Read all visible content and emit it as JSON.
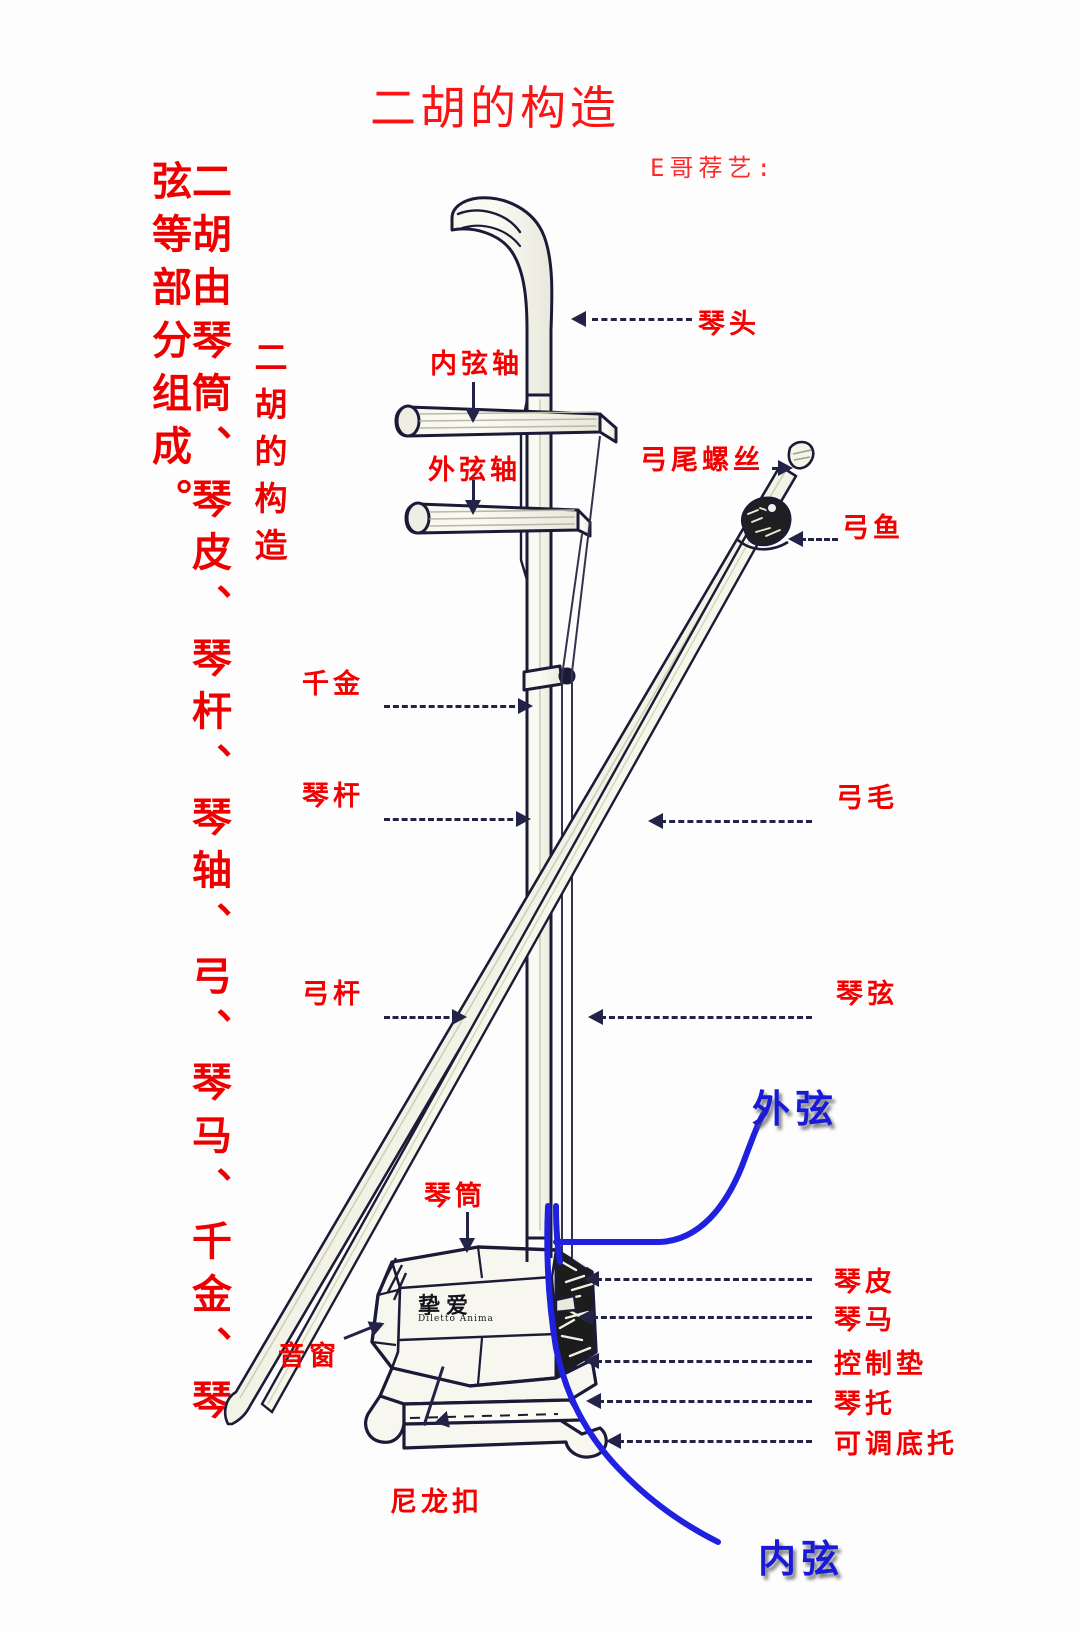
{
  "header": {
    "title": "二胡的构造",
    "subtitle": "E哥荐艺:"
  },
  "vertical_text": {
    "main": "二胡由琴筒、琴皮、琴杆、琴轴、弓、琴马、千金、琴弦等部分组成。",
    "sub": "二胡的构造"
  },
  "brand": {
    "name": "挚爱",
    "latin": "Diletto Anima"
  },
  "labels": {
    "qin_tou": "琴头",
    "nei_xian_zhou": "内弦轴",
    "wai_xian_zhou": "外弦轴",
    "gong_wei_luo_si": "弓尾螺丝",
    "gong_yu": "弓鱼",
    "qian_jin": "千金",
    "qin_gan": "琴杆",
    "gong_mao": "弓毛",
    "gong_gan": "弓杆",
    "qin_xian": "琴弦",
    "qin_tong": "琴筒",
    "yin_chuang": "音窗",
    "ni_long_kou": "尼龙扣",
    "qin_pi": "琴皮",
    "qin_ma": "琴马",
    "kong_zhi_dian": "控制垫",
    "qin_tuo": "琴托",
    "ke_tiao_di_tuo": "可调底托",
    "wai_xian": "外弦",
    "nei_xian": "内弦"
  },
  "colors": {
    "label_red": "#f50000",
    "title_red": "#fc1414",
    "string_blue": "#1919d8",
    "annotation_blue": "#2020e0",
    "line_dark": "#232347"
  }
}
